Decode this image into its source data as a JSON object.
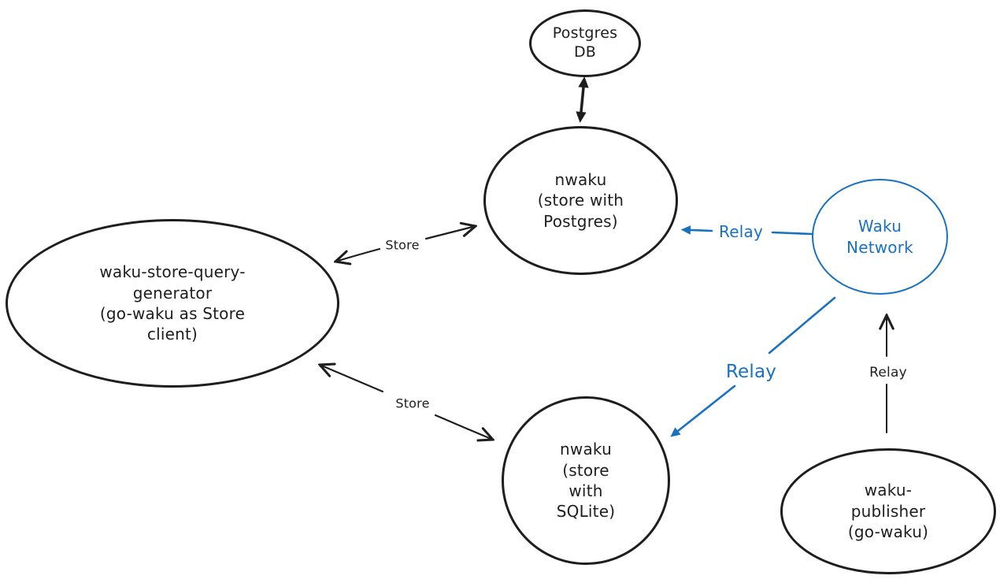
{
  "canvas": {
    "background_color": "#ffffff",
    "ink_color": "#1e1e1e",
    "accent_color": "#1971c2"
  },
  "nodes": [
    {
      "id": "postgres-db",
      "shape": "ellipse",
      "label": "Postgres\nDB",
      "color": "#1e1e1e"
    },
    {
      "id": "nwaku-store-postgres",
      "shape": "ellipse",
      "label": "nwaku\n(store with\nPostgres)",
      "color": "#1e1e1e"
    },
    {
      "id": "waku-store-query-generator",
      "shape": "ellipse",
      "label": "waku-store-query-\ngenerator\n(go-waku as Store\nclient)",
      "color": "#1e1e1e"
    },
    {
      "id": "waku-network",
      "shape": "ellipse",
      "label": "Waku\nNetwork",
      "color": "#1971c2"
    },
    {
      "id": "nwaku-store-sqlite",
      "shape": "ellipse",
      "label": "nwaku\n(store\nwith\nSQLite)",
      "color": "#1e1e1e"
    },
    {
      "id": "waku-publisher",
      "shape": "ellipse",
      "label": "waku-\npublisher\n(go-waku)",
      "color": "#1e1e1e"
    }
  ],
  "edges": [
    {
      "id": "store-top",
      "label": "Store",
      "from": "waku-store-query-generator",
      "to": "nwaku-store-postgres",
      "direction": "both",
      "color": "#1e1e1e"
    },
    {
      "id": "store-bottom",
      "label": "Store",
      "from": "waku-store-query-generator",
      "to": "nwaku-store-sqlite",
      "direction": "both",
      "color": "#1e1e1e"
    },
    {
      "id": "relay-to-postgres",
      "label": "Relay",
      "from": "waku-network",
      "to": "nwaku-store-postgres",
      "direction": "one-way",
      "color": "#1971c2"
    },
    {
      "id": "relay-to-sqlite",
      "label": "Relay",
      "from": "waku-network",
      "to": "nwaku-store-sqlite",
      "direction": "one-way",
      "color": "#1971c2"
    },
    {
      "id": "relay-from-publisher",
      "label": "Relay",
      "from": "waku-publisher",
      "to": "waku-network",
      "direction": "one-way",
      "color": "#1e1e1e"
    },
    {
      "id": "db-link",
      "label": "",
      "from": "postgres-db",
      "to": "nwaku-store-postgres",
      "direction": "both",
      "color": "#1e1e1e"
    }
  ]
}
